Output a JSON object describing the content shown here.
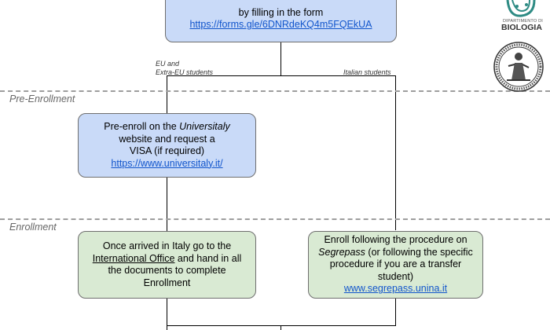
{
  "top_box": {
    "line2": "by filling in the form",
    "link": "https://forms.gle/6DNRdeKQ4m5FQEkUA"
  },
  "branches": {
    "eu_line1": "EU and",
    "eu_line2": "Extra-EU students",
    "italian": "Italian students"
  },
  "sections": {
    "pre_enrollment": "Pre-Enrollment",
    "enrollment": "Enrollment"
  },
  "pre_box": {
    "line1_a": "Pre-enroll on the ",
    "line1_em": "Universitaly",
    "line2": "website and request a",
    "line3": "VISA (if required)",
    "link": "https://www.universitaly.it/"
  },
  "intl_box": {
    "line1": "Once arrived in Italy go to the",
    "office": "International Office",
    "line2_rest": " and hand in all",
    "line3": "the documents to complete",
    "line4": "Enrollment"
  },
  "ital_box": {
    "line1": "Enroll following the procedure on",
    "em": "Segrepass",
    "line2_rest": " (or following the specific",
    "line3": "procedure if you are a transfer",
    "line4": "student)",
    "link": "www.segrepass.unina.it"
  },
  "logos": {
    "dept_line1": "DIPARTIMENTO DI",
    "dept_line2": "BIOLOGIA"
  },
  "colors": {
    "blue_box": "#c9daf8",
    "green_box": "#d9ead3",
    "link": "#1155cc",
    "dept_teal": "#2e8b84"
  }
}
